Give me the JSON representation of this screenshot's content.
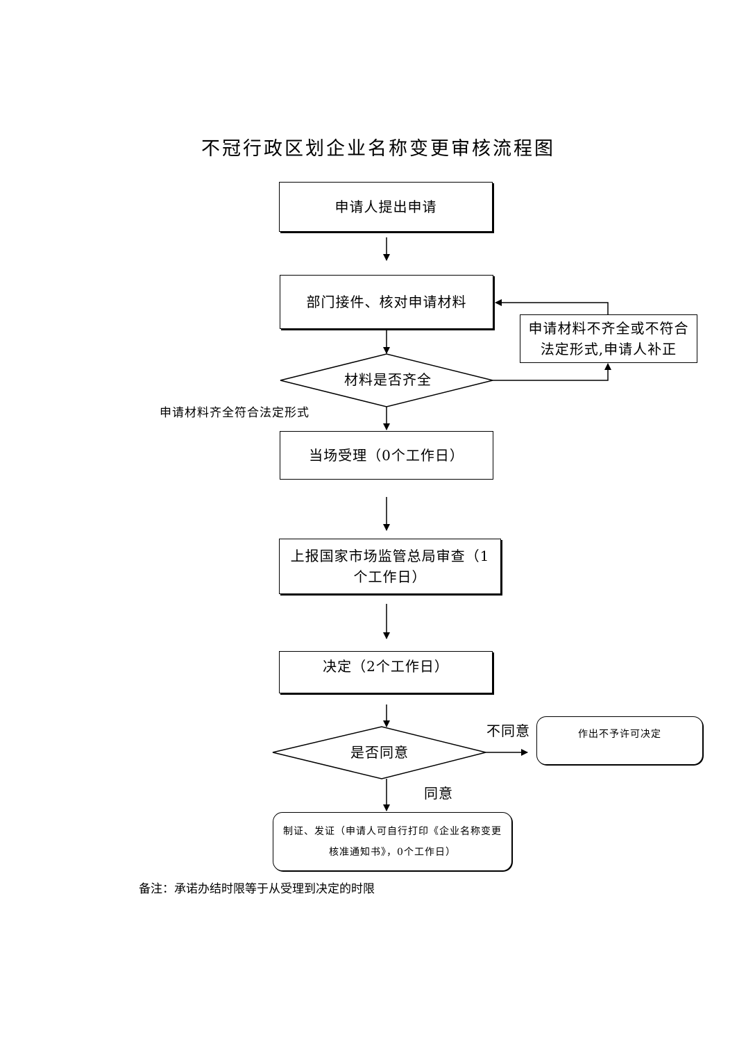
{
  "title": "不冠行政区划企业名称变更审核流程图",
  "steps": {
    "apply": "申请人提出申请",
    "receive": "部门接件、核对申请材料",
    "supplement": "申请材料不齐全或不符合法定形式,申请人补正",
    "check_complete": "材料是否齐全",
    "complete_label": "申请材料齐全符合法定形式",
    "accept": "当场受理（0个工作日）",
    "report": "上报国家市场监管总局审查（1个工作日）",
    "decide": "决定（2个工作日）",
    "agree_check": "是否同意",
    "disagree_label": "不同意",
    "reject": "作出不予许可决定",
    "agree_label": "同意",
    "issue": "制证、发证（申请人可自行打印《企业名称变更核准通知书》，0个工作日）"
  },
  "note": "备注：承诺办结时限等于从受理到决定的时限"
}
